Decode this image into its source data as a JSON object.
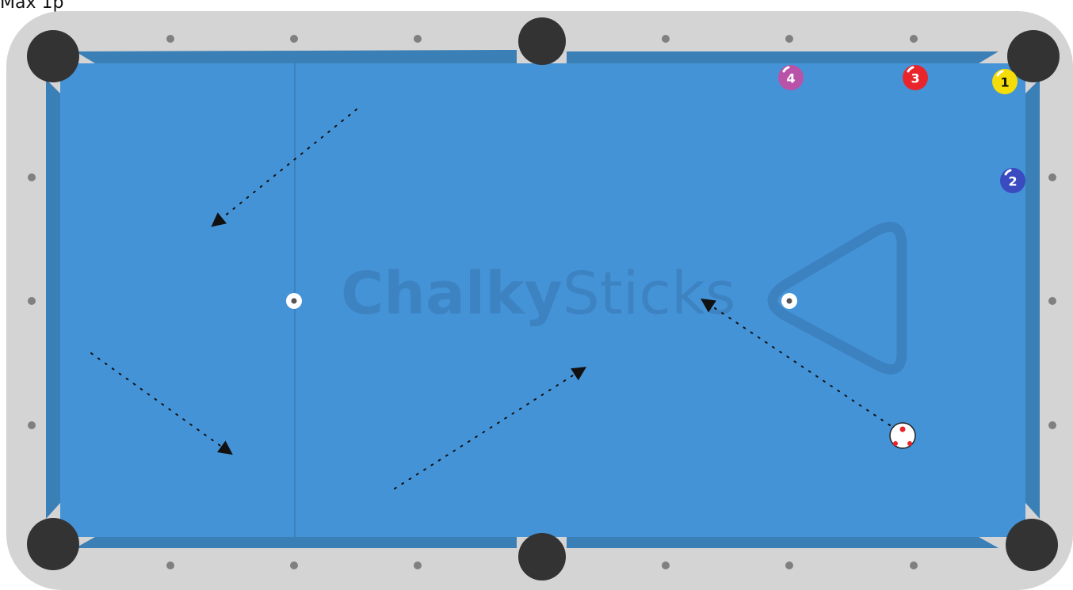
{
  "header": {
    "label": "Max 1p"
  },
  "watermark": {
    "part1": "Chalky",
    "part2": "Sticks"
  },
  "colors": {
    "felt": "#4593d7",
    "cushion": "#3a7fb5",
    "rail": "#d4d4d4",
    "pocket": "#333333",
    "diamond": "#808080",
    "watermark": "#3c82c0"
  },
  "balls": [
    {
      "number": "1",
      "color": "#f5dd0a",
      "text_color": "#111111"
    },
    {
      "number": "2",
      "color": "#3a4bbf",
      "text_color": "#ffffff"
    },
    {
      "number": "3",
      "color": "#e8252b",
      "text_color": "#ffffff"
    },
    {
      "number": "4",
      "color": "#b853a8",
      "text_color": "#ffffff"
    }
  ],
  "cue_ball": {
    "color": "#ffffff",
    "marker_color": "#e8252b"
  },
  "icons": [
    "rack-triangle-icon",
    "head-spot-icon",
    "foot-spot-icon",
    "path-arrow-icon"
  ]
}
